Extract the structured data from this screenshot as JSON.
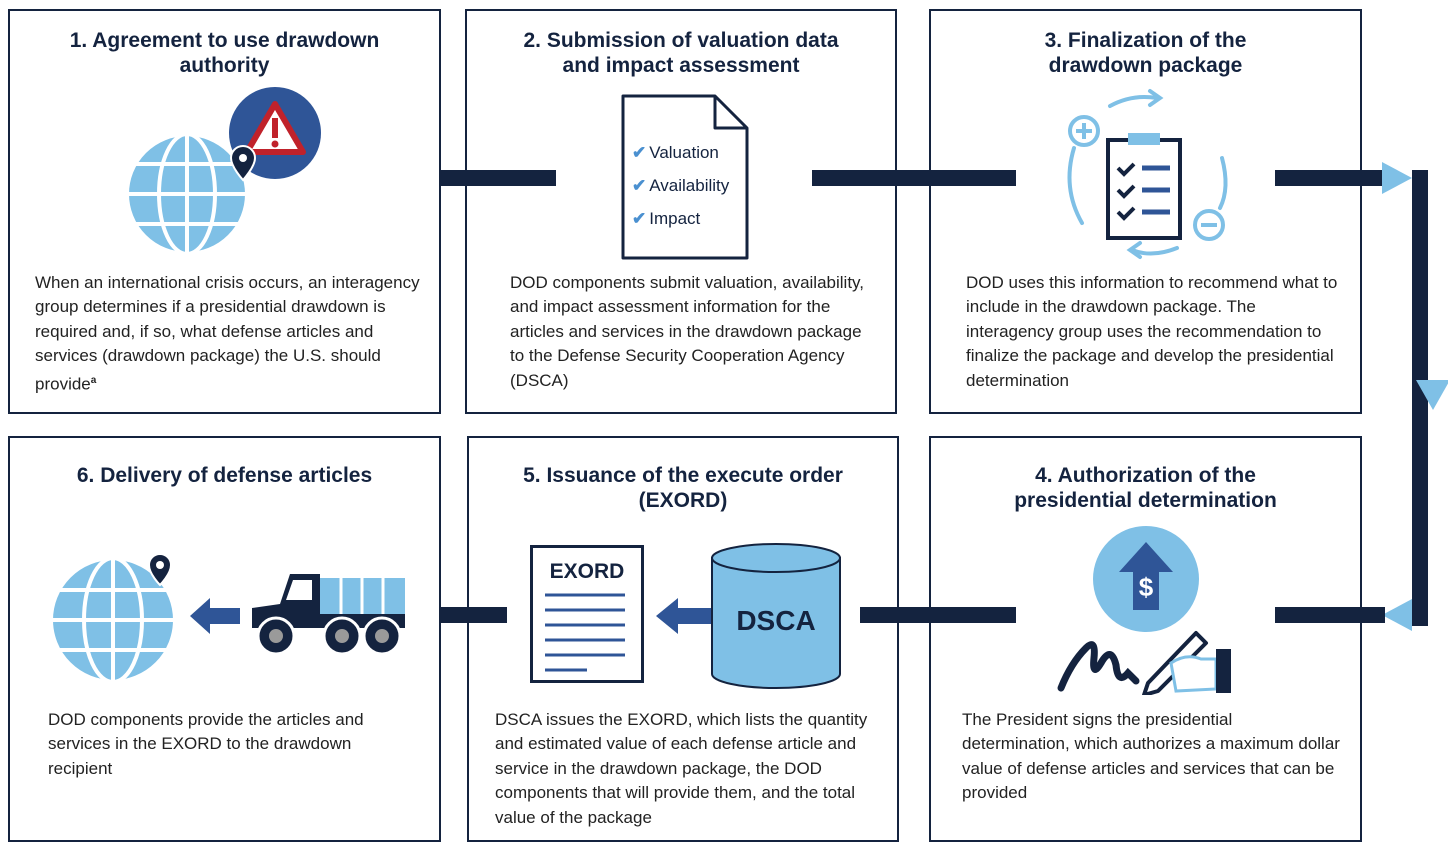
{
  "steps": {
    "s1": {
      "title_line1": "1. Agreement to use drawdown",
      "title_line2": "authority",
      "desc": "When an international crisis occurs, an interagency group determines if a presidential drawdown is required and, if so, what defense articles and services (drawdown package) the U.S. should provide",
      "footnote": "a"
    },
    "s2": {
      "title_line1": "2. Submission of valuation data",
      "title_line2": "and impact assessment",
      "checklist": [
        "Valuation",
        "Availability",
        "Impact"
      ],
      "desc": "DOD components submit valuation, availability, and impact assessment information for the articles and services in the drawdown package to the Defense Security Cooperation Agency (DSCA)"
    },
    "s3": {
      "title_line1": "3. Finalization of the",
      "title_line2": "drawdown package",
      "desc": "DOD uses this information to recommend what to include in the drawdown package. The interagency group uses the recommendation to finalize the package and develop the presidential determination"
    },
    "s4": {
      "title_line1": "4. Authorization of the",
      "title_line2": "presidential determination",
      "dollar_symbol": "$",
      "desc": "The President signs the presidential determination, which authorizes a maximum dollar value of defense articles and services that can be provided"
    },
    "s5": {
      "title_line1": "5. Issuance of the execute order",
      "title_line2": "(EXORD)",
      "doc_label": "EXORD",
      "db_label": "DSCA",
      "desc": "DSCA issues the EXORD, which lists the quantity and estimated value of each defense article and service in the drawdown package, the DOD components that will provide them, and the total value of the package"
    },
    "s6": {
      "title_line1": "6. Delivery of defense articles",
      "desc": "DOD components provide the articles and services in the EXORD to the drawdown recipient"
    }
  },
  "colors": {
    "navy": "#14233f",
    "blue": "#2f5597",
    "light_blue": "#7fc0e6",
    "warning_red": "#c0222b"
  },
  "icons": [
    "globe-icon",
    "warning-icon",
    "location-pin-icon",
    "document-icon",
    "checkmark-icon",
    "clipboard-icon",
    "plus-icon",
    "minus-icon",
    "cycle-arrows-icon",
    "dollar-up-icon",
    "signature-icon",
    "pen-hand-icon",
    "database-icon",
    "arrow-left-icon",
    "truck-icon"
  ]
}
